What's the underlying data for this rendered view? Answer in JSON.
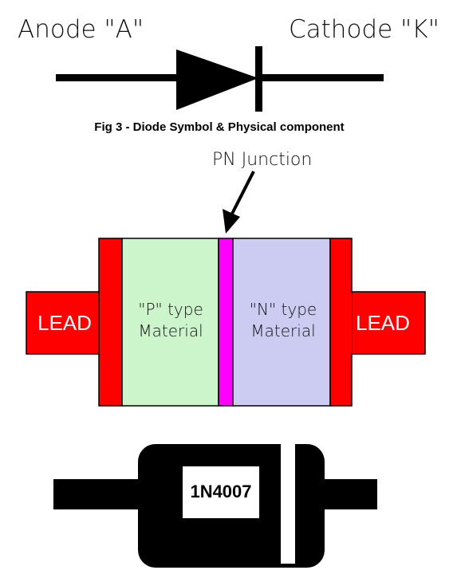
{
  "symbol": {
    "anode_label": "Anode \"A\"",
    "cathode_label": "Cathode \"K\""
  },
  "caption": "Fig 3 - Diode Symbol & Physical component",
  "junction": {
    "pointer_label": "PN Junction",
    "left_lead_label": "LEAD",
    "right_lead_label": "LEAD",
    "p_region": {
      "line1": "\"P\" type",
      "line2": "Material"
    },
    "n_region": {
      "line1": "\"N\" type",
      "line2": "Material"
    }
  },
  "component": {
    "part_number": "1N4007"
  },
  "colors": {
    "lead": "#ff0000",
    "p_material": "#ccf5cc",
    "n_material": "#ccccf2",
    "junction": "#ff00ff",
    "body": "#000000",
    "band": "#ffffff"
  }
}
